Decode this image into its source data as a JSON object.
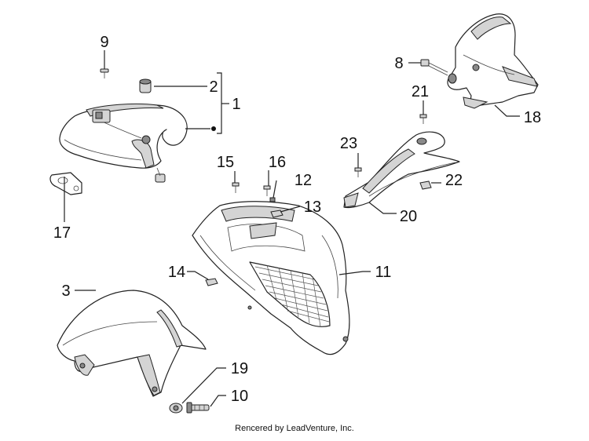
{
  "callouts": [
    {
      "id": "1",
      "text": "1"
    },
    {
      "id": "2",
      "text": "2"
    },
    {
      "id": "3",
      "text": "3"
    },
    {
      "id": "8",
      "text": "8"
    },
    {
      "id": "9",
      "text": "9"
    },
    {
      "id": "10",
      "text": "10"
    },
    {
      "id": "11",
      "text": "11"
    },
    {
      "id": "12",
      "text": "12"
    },
    {
      "id": "13",
      "text": "13"
    },
    {
      "id": "14",
      "text": "14"
    },
    {
      "id": "15",
      "text": "15"
    },
    {
      "id": "16",
      "text": "16"
    },
    {
      "id": "17",
      "text": "17"
    },
    {
      "id": "18",
      "text": "18"
    },
    {
      "id": "19",
      "text": "19"
    },
    {
      "id": "20",
      "text": "20"
    },
    {
      "id": "21",
      "text": "21"
    },
    {
      "id": "22",
      "text": "22"
    },
    {
      "id": "23",
      "text": "23"
    }
  ],
  "credit": "Rencered by LeadVenture, Inc."
}
